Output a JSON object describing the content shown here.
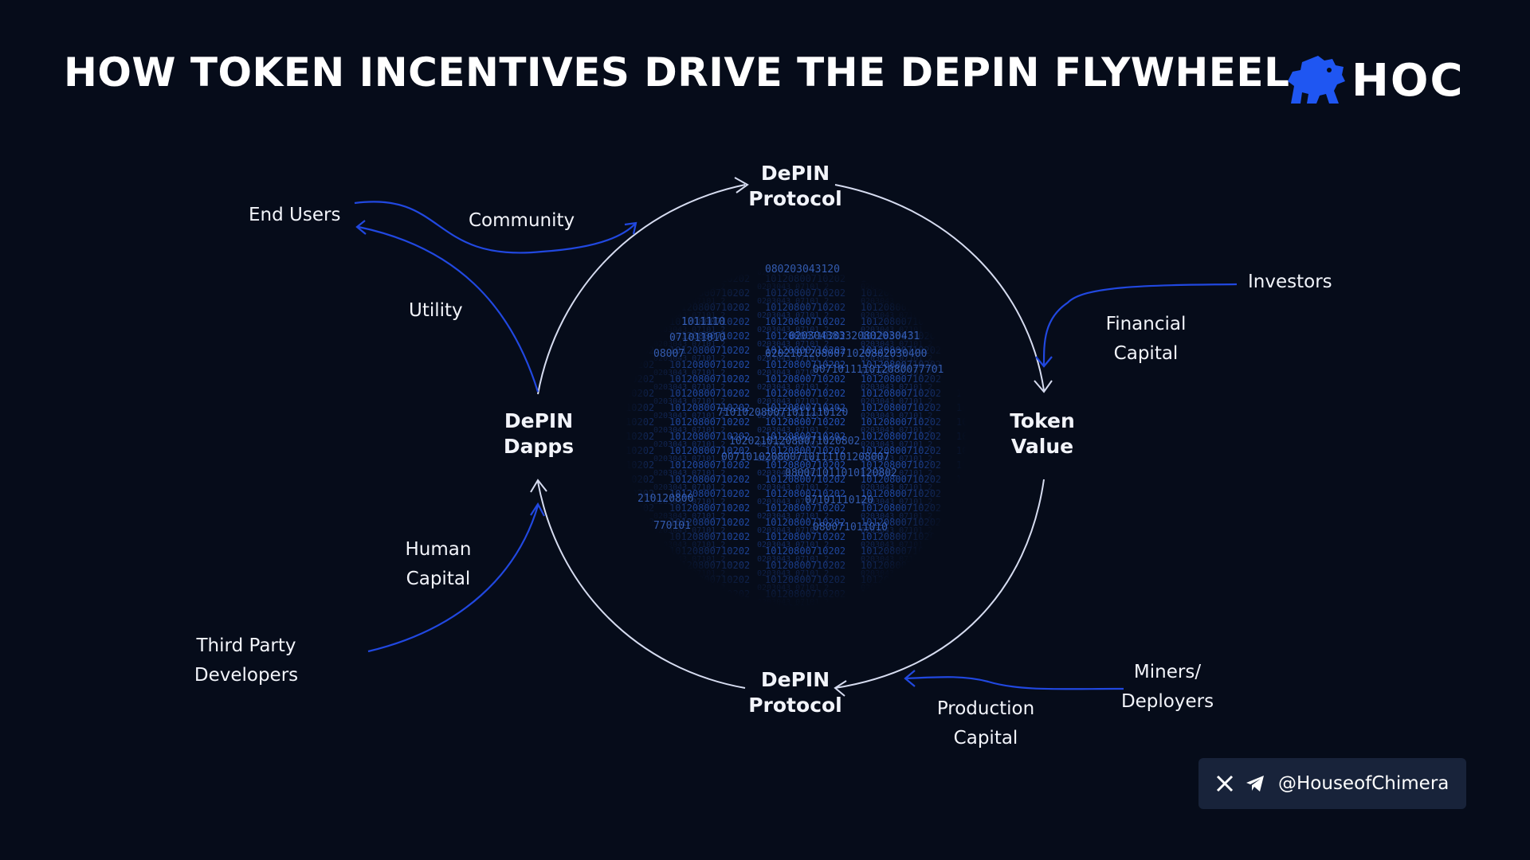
{
  "title": "HOW TOKEN INCENTIVES DRIVE THE DEPIN FLYWHEEL",
  "brand": {
    "name": "HOC",
    "logo_icon": "lion-icon",
    "accent": "#1f56f2"
  },
  "colors": {
    "background": "#060c1a",
    "cycle_line": "#d6dcf0",
    "input_line": "#2148e0",
    "badge_bg": "#18233a"
  },
  "nodes": {
    "top": [
      "DePIN",
      "Protocol"
    ],
    "right": [
      "Token",
      "Value"
    ],
    "bottom": [
      "DePIN",
      "Protocol"
    ],
    "left": [
      "DePIN",
      "Dapps"
    ]
  },
  "labels": {
    "end_users": "End Users",
    "community": "Community",
    "utility": "Utility",
    "investors": "Investors",
    "financial_capital": [
      "Financial",
      "Capital"
    ],
    "human_capital": [
      "Human",
      "Capital"
    ],
    "third_party": [
      "Third Party",
      "Developers"
    ],
    "miners": [
      "Miners/",
      "Deployers"
    ],
    "production_capital": [
      "Production",
      "Capital"
    ]
  },
  "social": {
    "handle": "@HouseofChimera",
    "icons": [
      "x-icon",
      "telegram-icon"
    ]
  }
}
